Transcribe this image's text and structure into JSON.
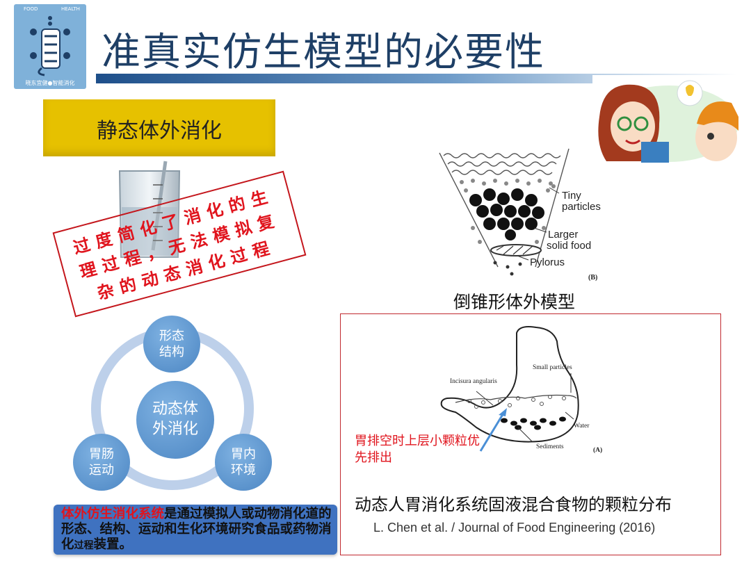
{
  "logo": {
    "tag_left": "FOOD",
    "tag_right": "HEALTH",
    "caption": "晓东宜健●智能消化",
    "bg_color": "#7fb1d9"
  },
  "title": "准真实仿生模型的必要性",
  "static_label": "静态体外消化",
  "stamp": {
    "line1": "过度简化了消化的生",
    "line2": "理过程，无法模拟复",
    "line3": "杂的动态消化过程",
    "color": "#e0141d"
  },
  "cone_diagram": {
    "label_tiny": "Tiny",
    "label_particles": "particles",
    "label_larger": "Larger",
    "label_solid": "solid food",
    "label_pylorus": "Pylorus",
    "panel": "(B)",
    "caption": "倒锥形体外模型"
  },
  "cycle": {
    "center_line1": "动态体",
    "center_line2": "外消化",
    "top_line1": "形态",
    "top_line2": "结构",
    "left_line1": "胃肠",
    "left_line2": "运动",
    "right_line1": "胃内",
    "right_line2": "环境"
  },
  "definition": {
    "highlight": "体外仿生消化系统",
    "text_main": "是通过模拟人或动物消化道的形态、结构、运动和生化环境研究食品或药物消化",
    "text_small": "过程",
    "text_end": "装置。"
  },
  "stomach": {
    "label_small_particles": "Small particles",
    "label_incisura": "Incisura angularis",
    "label_water": "Water",
    "label_sediments": "Sediments",
    "panel": "(A)",
    "note": "胃排空时上层小颗粒优先排出",
    "caption": "动态人胃消化系统固液混合食物的颗粒分布",
    "citation": "L. Chen et al. / Journal of Food Engineering (2016)"
  },
  "colors": {
    "title": "#1e3f66",
    "accent_yellow": "#e6c100",
    "accent_red": "#e0141d",
    "bubble_blue": "#5b93cf",
    "box_blue": "#3f72c0"
  }
}
